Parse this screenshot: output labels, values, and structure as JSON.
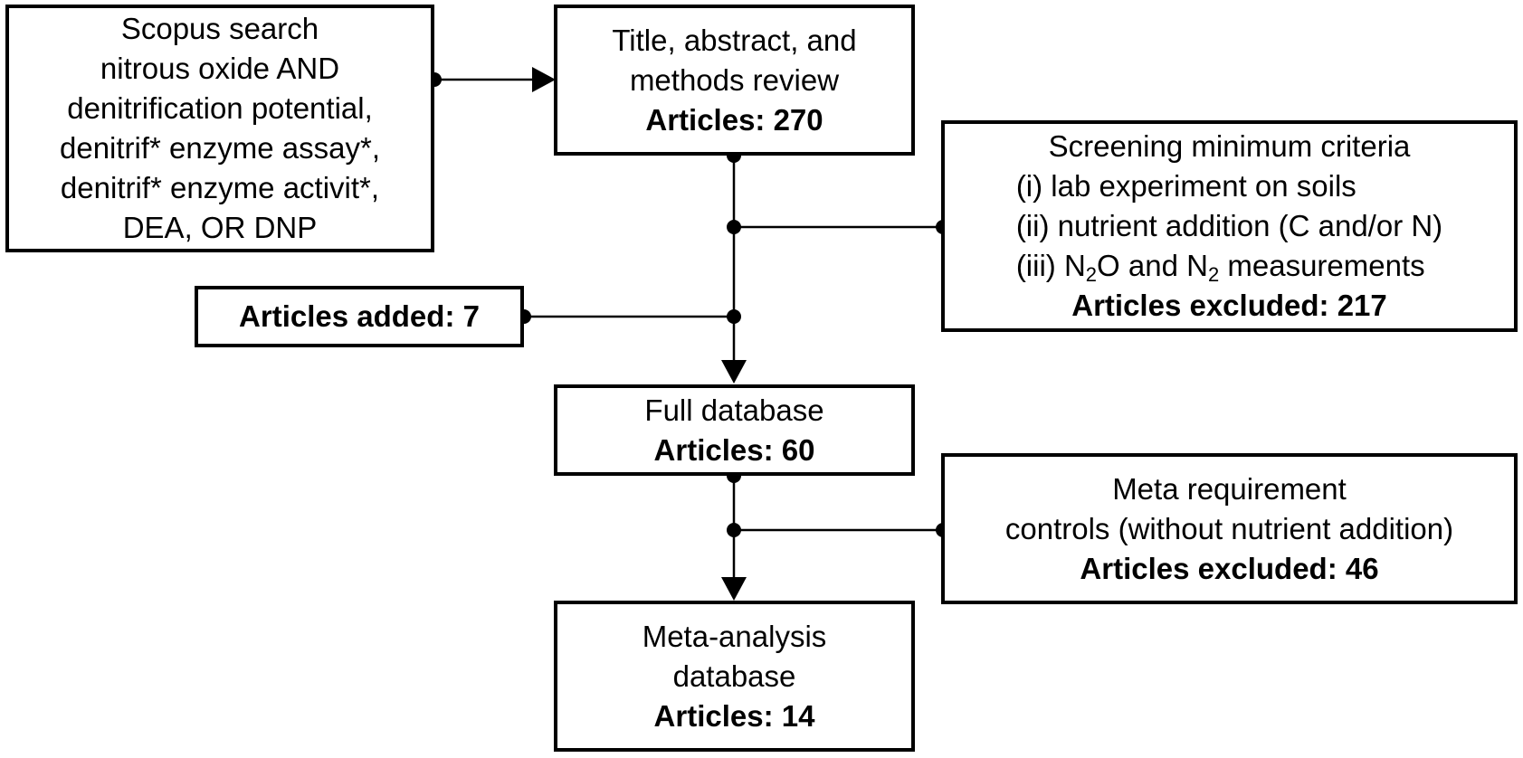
{
  "boxes": {
    "scopus": {
      "lines": [
        "Scopus search",
        "nitrous oxide AND",
        "denitrification potential,",
        "denitrif* enzyme assay*,",
        "denitrif* enzyme activit*,",
        "DEA, OR DNP"
      ]
    },
    "review": {
      "lines": [
        "Title, abstract, and",
        "methods review"
      ],
      "count": "Articles: 270"
    },
    "screening": {
      "title": "Screening minimum criteria",
      "criteria": {
        "c1": "(i) lab experiment on soils",
        "c2": "(ii) nutrient addition (C and/or N)",
        "c3_prefix": "(iii) N",
        "c3_sub1": "2",
        "c3_mid": "O and N",
        "c3_sub2": "2",
        "c3_suffix": " measurements"
      },
      "count": "Articles excluded: 217"
    },
    "added": {
      "count": "Articles added: 7"
    },
    "full": {
      "title": "Full database",
      "count": "Articles: 60"
    },
    "meta_req": {
      "lines": [
        "Meta requirement",
        "controls (without nutrient addition)"
      ],
      "count": "Articles excluded: 46"
    },
    "meta_db": {
      "lines": [
        "Meta-analysis",
        "database"
      ],
      "count": "Articles: 14"
    }
  }
}
